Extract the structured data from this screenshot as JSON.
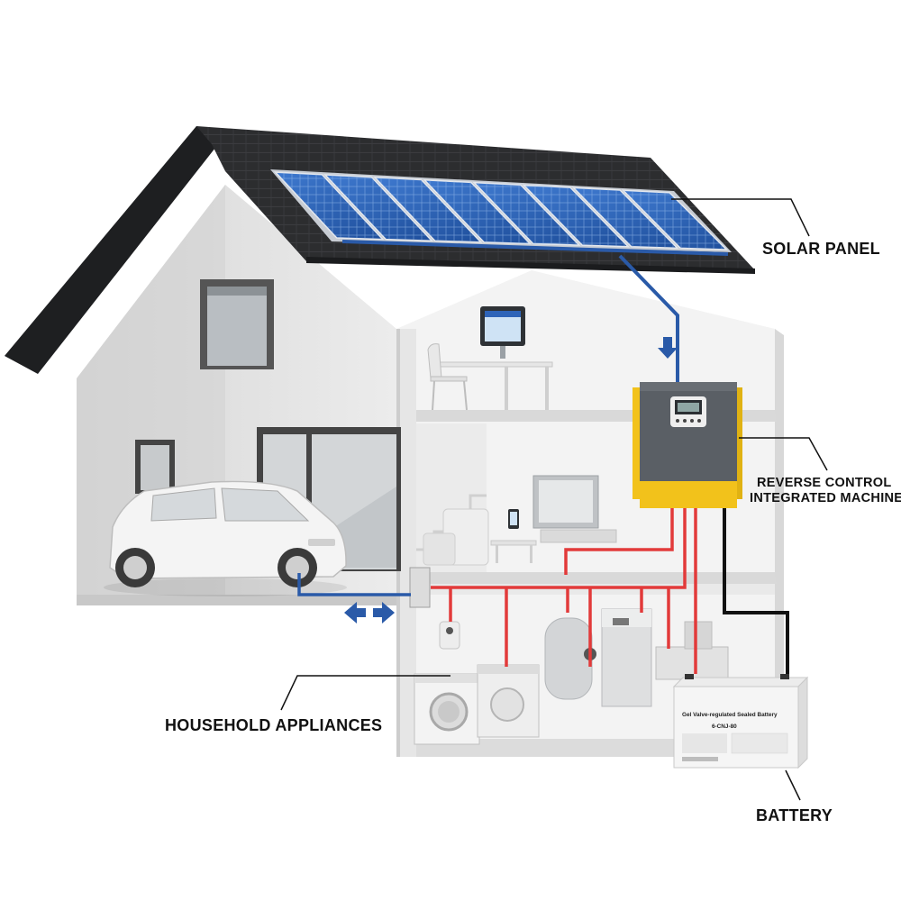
{
  "labels": {
    "solar_panel": "SOLAR PANEL",
    "reverse_control_line1": "REVERSE CONTROL",
    "reverse_control_line2": "INTEGRATED MACHINE",
    "household_appliances": "HOUSEHOLD APPLIANCES",
    "battery": "BATTERY"
  },
  "battery_case": {
    "title": "Gel Valve-regulated Sealed Battery",
    "model": "6-CNJ-80"
  },
  "colors": {
    "roof": "#2c2d2f",
    "wall": "#e2e2e2",
    "interior": "#f1f1f1",
    "solar_blue": "#2e64b8",
    "dc_wire": "#2a5aa8",
    "ac_wire": "#e23a3a",
    "battery_wire": "#111111",
    "inverter_body": "#555a60",
    "inverter_accent": "#f2c21b"
  },
  "icons": [
    "flow-down-arrow-icon",
    "bidirectional-arrow-icon"
  ]
}
